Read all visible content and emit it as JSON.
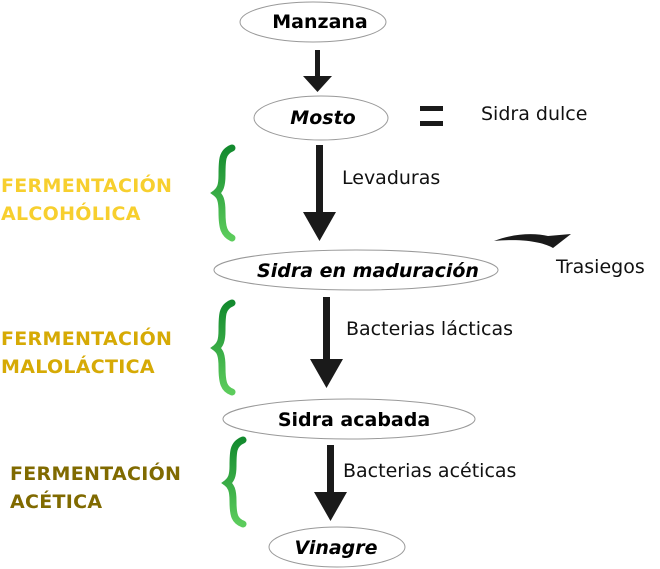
{
  "nodes": {
    "manzana": "Manzana",
    "mosto": "Mosto",
    "sidra_maduracion": "Sidra en maduración",
    "sidra_acabada": "Sidra acabada",
    "vinagre": "Vinagre"
  },
  "equals_sign": "=",
  "labels": {
    "sidra_dulce": "Sidra dulce",
    "levaduras": "Levaduras",
    "trasiegos": "Trasiegos",
    "bacterias_lacticas": "Bacterias lácticas",
    "bacterias_aceticas": "Bacterias acéticas"
  },
  "fermentations": [
    {
      "line1": "FERMENTACIÓN",
      "line2": "ALCOHÓLICA",
      "color": "#f7cf2e"
    },
    {
      "line1": "FERMENTACIÓN",
      "line2": "MALOLÁCTICA",
      "color": "#d6aa05"
    },
    {
      "line1": "FERMENTACIÓN",
      "line2": "ACÉTICA",
      "color": "#806a00"
    }
  ],
  "colors": {
    "arrow": "#1a1a1a",
    "brace_dark": "#138a2e",
    "brace_light": "#5ccc5c",
    "ellipse_stroke": "#999999"
  }
}
